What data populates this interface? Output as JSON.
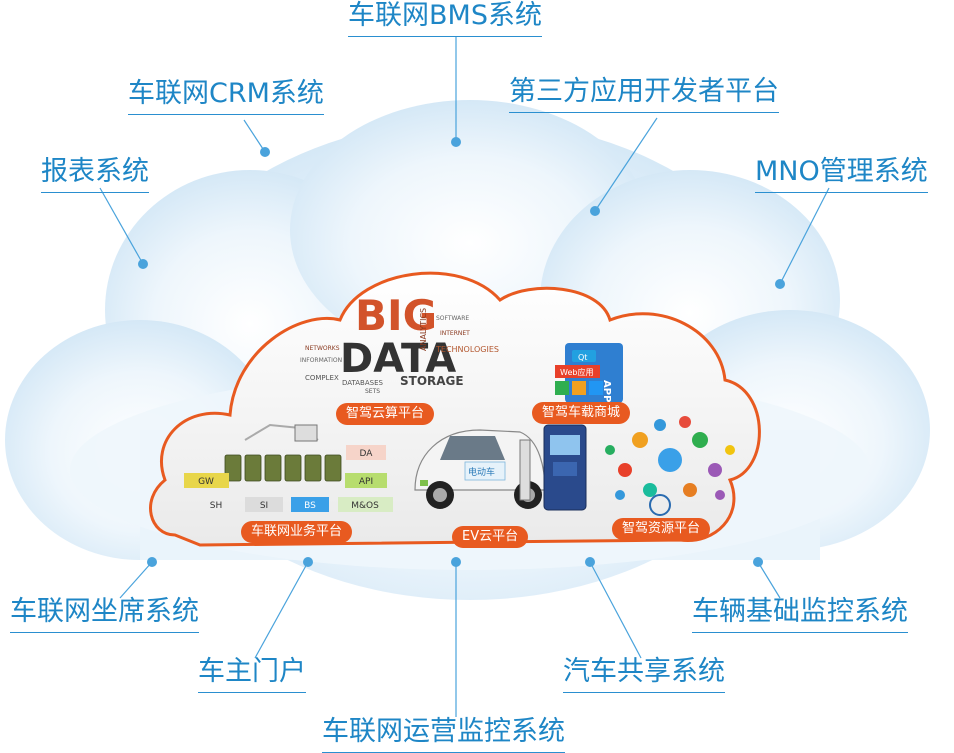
{
  "outer_systems": {
    "bms": "车联网BMS系统",
    "crm": "车联网CRM系统",
    "developer": "第三方应用开发者平台",
    "report": "报表系统",
    "mno": "MNO管理系统",
    "seat": "车联网坐席系统",
    "vehicle_monitor": "车辆基础监控系统",
    "owner_portal": "车主门户",
    "car_share": "汽车共享系统",
    "operation_monitor": "车联网运营监控系统"
  },
  "inner_platforms": {
    "cloud_compute": "智驾云算平台",
    "app_store": "智驾车载商城",
    "business": "车联网业务平台",
    "ev_cloud": "EV云平台",
    "resource": "智驾资源平台"
  },
  "big_data": {
    "word1": "BIG",
    "word2": "DATA",
    "words": [
      "ANALYTICS",
      "TECHNOLOGIES",
      "STORAGE",
      "DATABASES",
      "COMPLEX",
      "INFORMATION",
      "SOFTWARE",
      "INTERNET",
      "NETWORKS",
      "SETS"
    ]
  },
  "business_tags": [
    "GW",
    "DA",
    "API",
    "SH",
    "SI",
    "BS",
    "M&OS"
  ],
  "app_icon": {
    "qt": "Qt",
    "web": "Web应用",
    "app": "APP"
  },
  "ev_car_text": "电动车",
  "colors": {
    "label_blue": "#1e86c6",
    "pill_orange": "#e85a20",
    "cloud_light": "#e8f3fb",
    "cloud_mid": "#d3e8f6",
    "inner_border": "#e85a20"
  }
}
